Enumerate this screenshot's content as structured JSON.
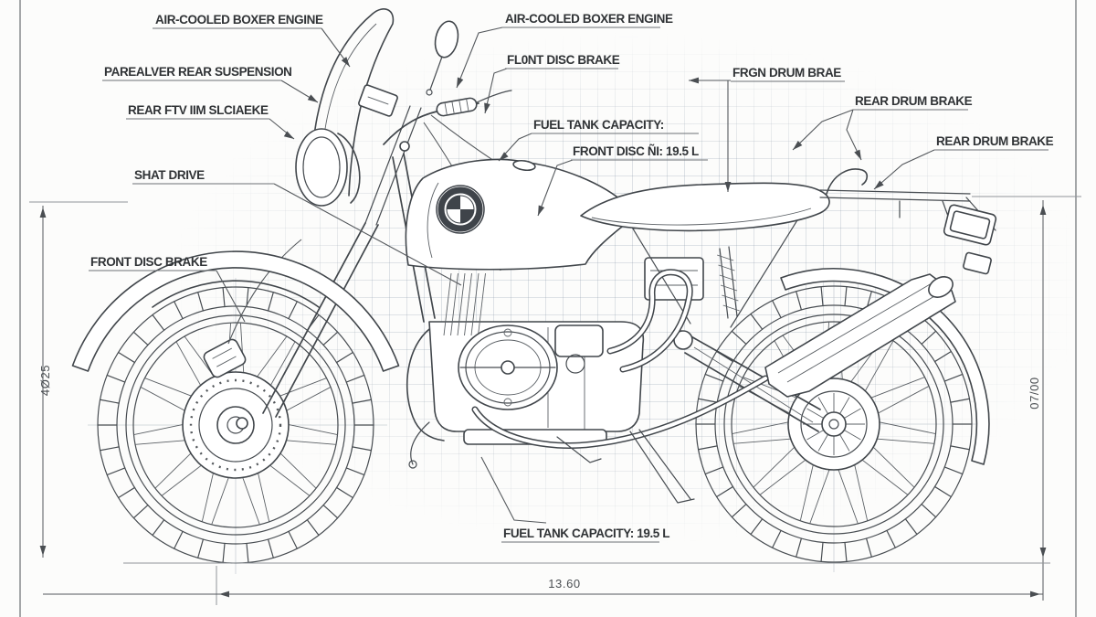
{
  "drawing": {
    "subject": "BMW boxer enduro motorcycle technical blueprint, side view"
  },
  "labels": {
    "air_cooled_left": {
      "text": "AIR-COOLED BOXER ENGINE"
    },
    "air_cooled_right": {
      "text": "AIR-COOLED BOXER ENGINE"
    },
    "paralever": {
      "text": "PAREALVER REAR SUSPENSION"
    },
    "rear_ftv": {
      "text": "REAR FTV IIM SLCIAEKE"
    },
    "shaft_drive": {
      "text": "SHAT DRIVE"
    },
    "front_disc_left": {
      "text": "FRONT DISC BRAKE"
    },
    "flont_disc": {
      "text": "FL0NT DISC BRAKE"
    },
    "fuel_cap_top": {
      "text": "FUEL TANK CAPACITY:"
    },
    "front_disc_n1": {
      "text": "FRONT DISC ÑI: 19.5 L"
    },
    "frgn_drum": {
      "text": "FRGN DRUM BRAE"
    },
    "rear_drum_1": {
      "text": "REAR DRUM BRAKE"
    },
    "rear_drum_2": {
      "text": "REAR DRUM BRAKE"
    },
    "fuel_cap_bottom": {
      "text": "FUEL TANK CAPACITY: 19.5 L"
    }
  },
  "dimensions": {
    "left_height": "4Ø25",
    "right_height": "07/00",
    "bottom_width": "13.60"
  },
  "icons": {
    "bmw_roundel": "bmw-roundel"
  },
  "colors": {
    "line": "#41464b",
    "label": "#303336",
    "grid": "#78889b",
    "background": "#fcfcfb"
  }
}
